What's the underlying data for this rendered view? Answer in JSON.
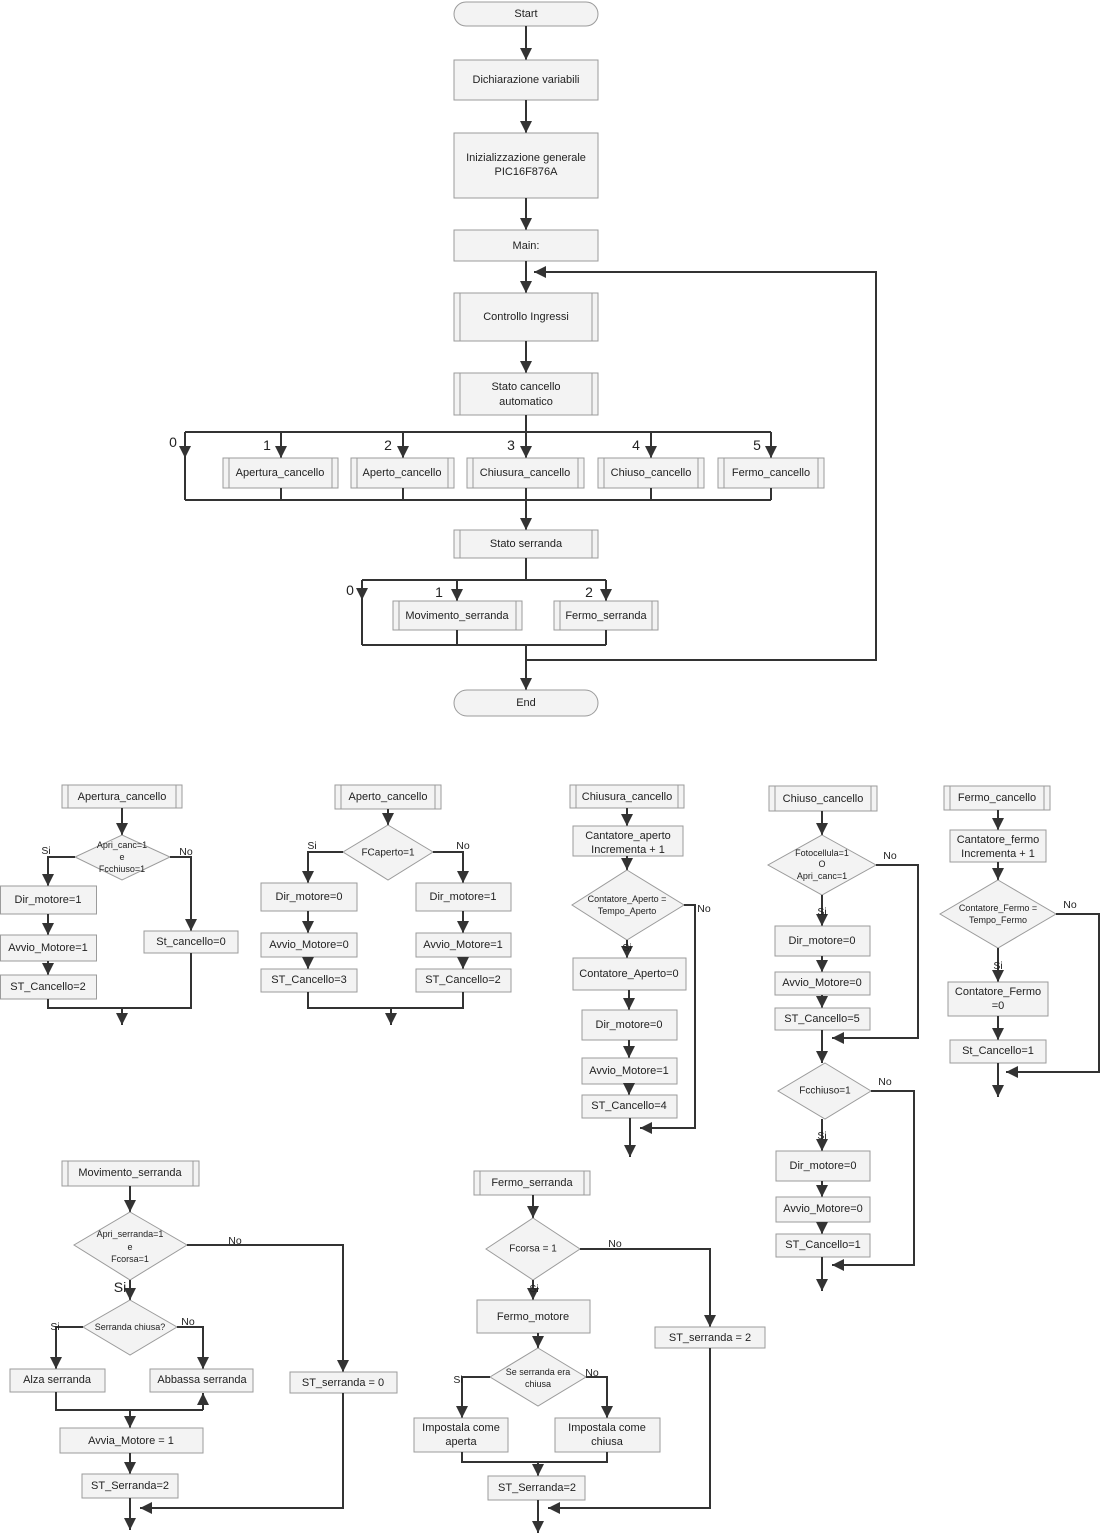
{
  "colors": {
    "line": "#333333",
    "box_fill": "#f3f3f3",
    "box_stroke": "#9b9b9b",
    "text": "#222222"
  },
  "main": {
    "start": "Start",
    "declare": "Dichiarazione variabili",
    "init": [
      "Inizializzazione generale",
      "PIC16F876A"
    ],
    "main_label": "Main:",
    "inputs": "Controllo Ingressi",
    "gate_state": [
      "Stato cancello",
      "automatico"
    ],
    "gate_cases": [
      "0",
      "1",
      "2",
      "3",
      "4",
      "5"
    ],
    "gate_routines": [
      "Apertura_cancello",
      "Aperto_cancello",
      "Chiusura_cancello",
      "Chiuso_cancello",
      "Fermo_cancello"
    ],
    "shutter_state": "Stato serranda",
    "shutter_cases": [
      "0",
      "1",
      "2"
    ],
    "shutter_routines": [
      "Movimento_serranda",
      "Fermo_serranda"
    ],
    "end": "End"
  },
  "apertura_cancello": {
    "title": "Apertura_cancello",
    "condition": [
      "Apri_canc=1",
      "e",
      "Fcchiuso=1"
    ],
    "yes": "Si",
    "no": "No",
    "yes_steps": [
      "Dir_motore=1",
      "Avvio_Motore=1",
      "ST_Cancello=2"
    ],
    "no_step": "St_cancello=0"
  },
  "aperto_cancello": {
    "title": "Aperto_cancello",
    "condition": "FCaperto=1",
    "yes": "Si",
    "no": "No",
    "yes_steps": [
      "Dir_motore=0",
      "Avvio_Motore=0",
      "ST_Cancello=3"
    ],
    "no_steps": [
      "Dir_motore=1",
      "Avvio_Motore=1",
      "ST_Cancello=2"
    ]
  },
  "chiusura_cancello": {
    "title": "Chiusura_cancello",
    "counter_step": [
      "Cantatore_aperto",
      "Incrementa + 1"
    ],
    "condition": [
      "Contatore_Aperto =",
      "Tempo_Aperto"
    ],
    "yes": "Si",
    "no": "No",
    "yes_steps": [
      "Contatore_Aperto=0",
      "Dir_motore=0",
      "Avvio_Motore=1",
      "ST_Cancello=4"
    ]
  },
  "chiuso_cancello": {
    "title": "Chiuso_cancello",
    "condition_1": [
      "Fotocellula=1",
      "O",
      "Apri_canc=1"
    ],
    "yes_1": "Si",
    "no_1": "No",
    "steps_1": [
      "Dir_motore=0",
      "Avvio_Motore=0",
      "ST_Cancello=5"
    ],
    "condition_2": "Fcchiuso=1",
    "yes_2": "Si",
    "no_2": "No",
    "steps_2": [
      "Dir_motore=0",
      "Avvio_Motore=0",
      "ST_Cancello=1"
    ]
  },
  "fermo_cancello": {
    "title": "Fermo_cancello",
    "counter_step": [
      "Cantatore_fermo",
      "Incrementa + 1"
    ],
    "condition": [
      "Contatore_Fermo =",
      "Tempo_Fermo"
    ],
    "yes": "Si",
    "no": "No",
    "reset_step": [
      "Contatore_Fermo",
      "=0"
    ],
    "state_step": "St_Cancello=1"
  },
  "movimento_serranda": {
    "title": "Movimento_serranda",
    "condition_1": [
      "Apri_serranda=1",
      "e",
      "Fcorsa=1"
    ],
    "yes_1": "Si",
    "no_1": "No",
    "condition_2": "Serranda chiusa?",
    "yes_2": "Si",
    "no_2": "No",
    "yes_step": "Alza serranda",
    "no_step": "Abbassa serranda",
    "start_motor": "Avvia_Motore = 1",
    "state_set": "ST_Serranda=2",
    "reset": "ST_serranda = 0"
  },
  "fermo_serranda": {
    "title": "Fermo_serranda",
    "condition_1": "Fcorsa = 1",
    "yes_1": "Si",
    "no_1": "No",
    "stop": "Fermo_motore",
    "condition_2": [
      "Se serranda era",
      "chiusa"
    ],
    "yes_2": "Si",
    "no_2": "No",
    "set_open": [
      "Impostala come",
      "aperta"
    ],
    "set_closed": [
      "Impostala come",
      "chiusa"
    ],
    "state_set": "ST_Serranda=2",
    "state_keep": "ST_serranda = 2"
  }
}
